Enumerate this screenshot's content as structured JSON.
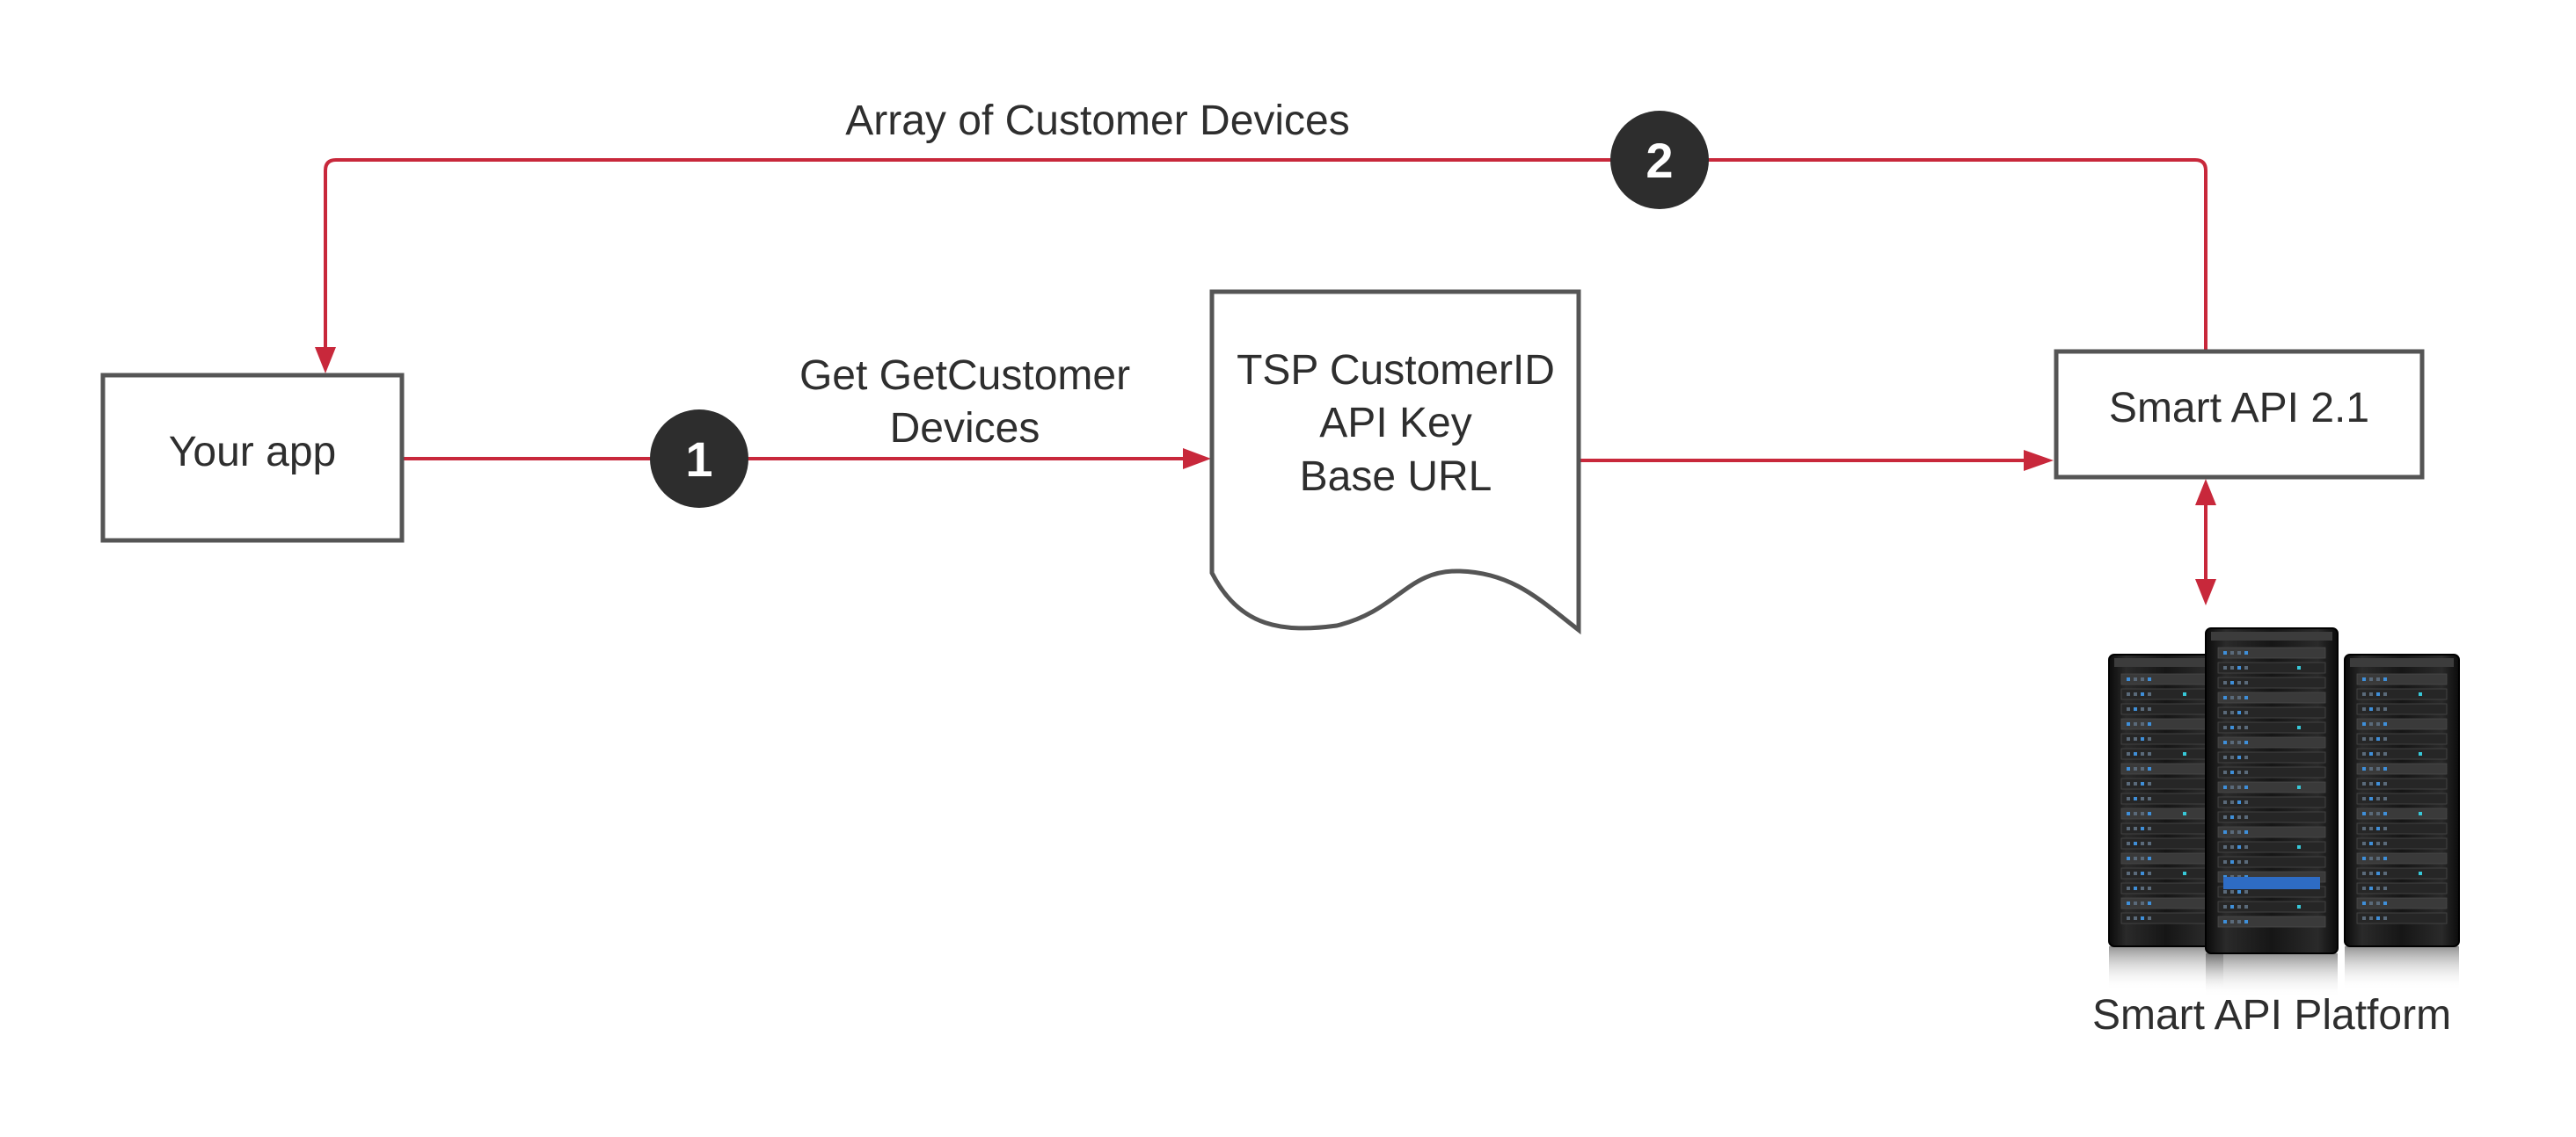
{
  "nodes": {
    "your_app": {
      "label": "Your app"
    },
    "document": {
      "lines": [
        "TSP CustomerID",
        "API Key",
        "Base URL"
      ]
    },
    "smart_api": {
      "label": "Smart API 2.1"
    },
    "platform": {
      "label": "Smart API Platform",
      "icon": "server-rack-icon"
    }
  },
  "edges": {
    "request": {
      "label_lines": [
        "Get GetCustomer",
        "Devices"
      ],
      "step": "1"
    },
    "response": {
      "label": "Array of Customer Devices",
      "step": "2"
    }
  },
  "colors": {
    "arrow": "#c8283b",
    "stroke": "#555555",
    "badge": "#2d2d2d",
    "text": "#2e2e2e"
  }
}
